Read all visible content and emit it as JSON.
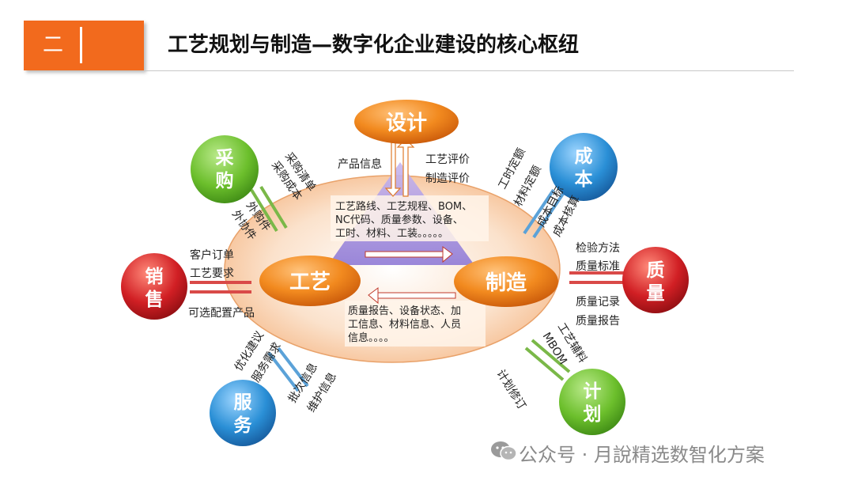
{
  "header": {
    "number": "二",
    "title": "工艺规划与制造—数字化企业建设的核心枢纽"
  },
  "nodes": {
    "design": "设计",
    "craft": "工艺",
    "manufacture": "制造",
    "purchase": [
      "采",
      "购"
    ],
    "cost": [
      "成",
      "本"
    ],
    "sales": [
      "销",
      "售"
    ],
    "quality": [
      "质",
      "量"
    ],
    "service": [
      "服",
      "务"
    ],
    "plan": [
      "计",
      "划"
    ]
  },
  "flows": {
    "design_left": "产品信息",
    "design_right": [
      "工艺评价",
      "制造评价"
    ],
    "center_top": [
      "工艺路线、工艺规程、BOM、",
      "NC代码、质量参数、设备、",
      "工时、材料、工装。。。。。"
    ],
    "center_bottom": [
      "质量报告、设备状态、加",
      "工信息、材料信息、人员",
      "信息。。。。"
    ],
    "purchase_in": [
      "采购清单",
      "采购成本"
    ],
    "purchase_out": [
      "外购件",
      "外协件"
    ],
    "cost_in": [
      "工时定额",
      "材料定额"
    ],
    "cost_out": [
      "成本目标",
      "成本核算"
    ],
    "sales_in": [
      "客户订单",
      "工艺要求"
    ],
    "sales_out": "可选配置产品",
    "quality_in": [
      "检验方法",
      "质量标准"
    ],
    "quality_out": [
      "质量记录",
      "质量报告"
    ],
    "service_in": [
      "优化建议",
      "服务需求"
    ],
    "service_out": [
      "批次信息",
      "维护信息"
    ],
    "plan_in": [
      "工艺辅料",
      "MBOM"
    ],
    "plan_out": "计划修订"
  },
  "watermark": "公众号 · 月說精选数智化方案",
  "colors": {
    "orange": "#f26a1d",
    "green": "#6cbf2c",
    "blue": "#2a8fd6",
    "red": "#d11f24"
  }
}
